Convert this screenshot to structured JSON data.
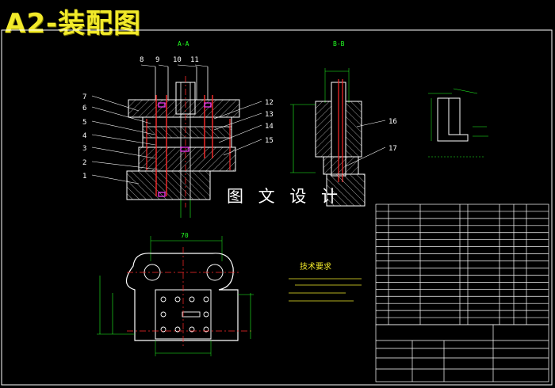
{
  "header": {
    "title": "A2-装配图"
  },
  "watermark": {
    "text": "图 文 设 计"
  },
  "views": {
    "section_aa": "A-A",
    "section_bb": "B-B"
  },
  "callouts_left": [
    "7",
    "6",
    "5",
    "4",
    "3",
    "2",
    "1"
  ],
  "callouts_top": [
    "8",
    "9",
    "10",
    "11"
  ],
  "callouts_right": [
    "12",
    "13",
    "14",
    "15"
  ],
  "callouts_bb": [
    "16",
    "17"
  ],
  "tech_requirements": {
    "title": "技术要求"
  },
  "plan_view": {
    "width_dim": "70"
  },
  "colors": {
    "outline": "#ffffff",
    "centerline": "#ff2a2a",
    "dimension": "#22ff22",
    "hatch": "#ffffff",
    "highlight": "#ff3cff",
    "title_yellow": "#f2ea2a"
  }
}
